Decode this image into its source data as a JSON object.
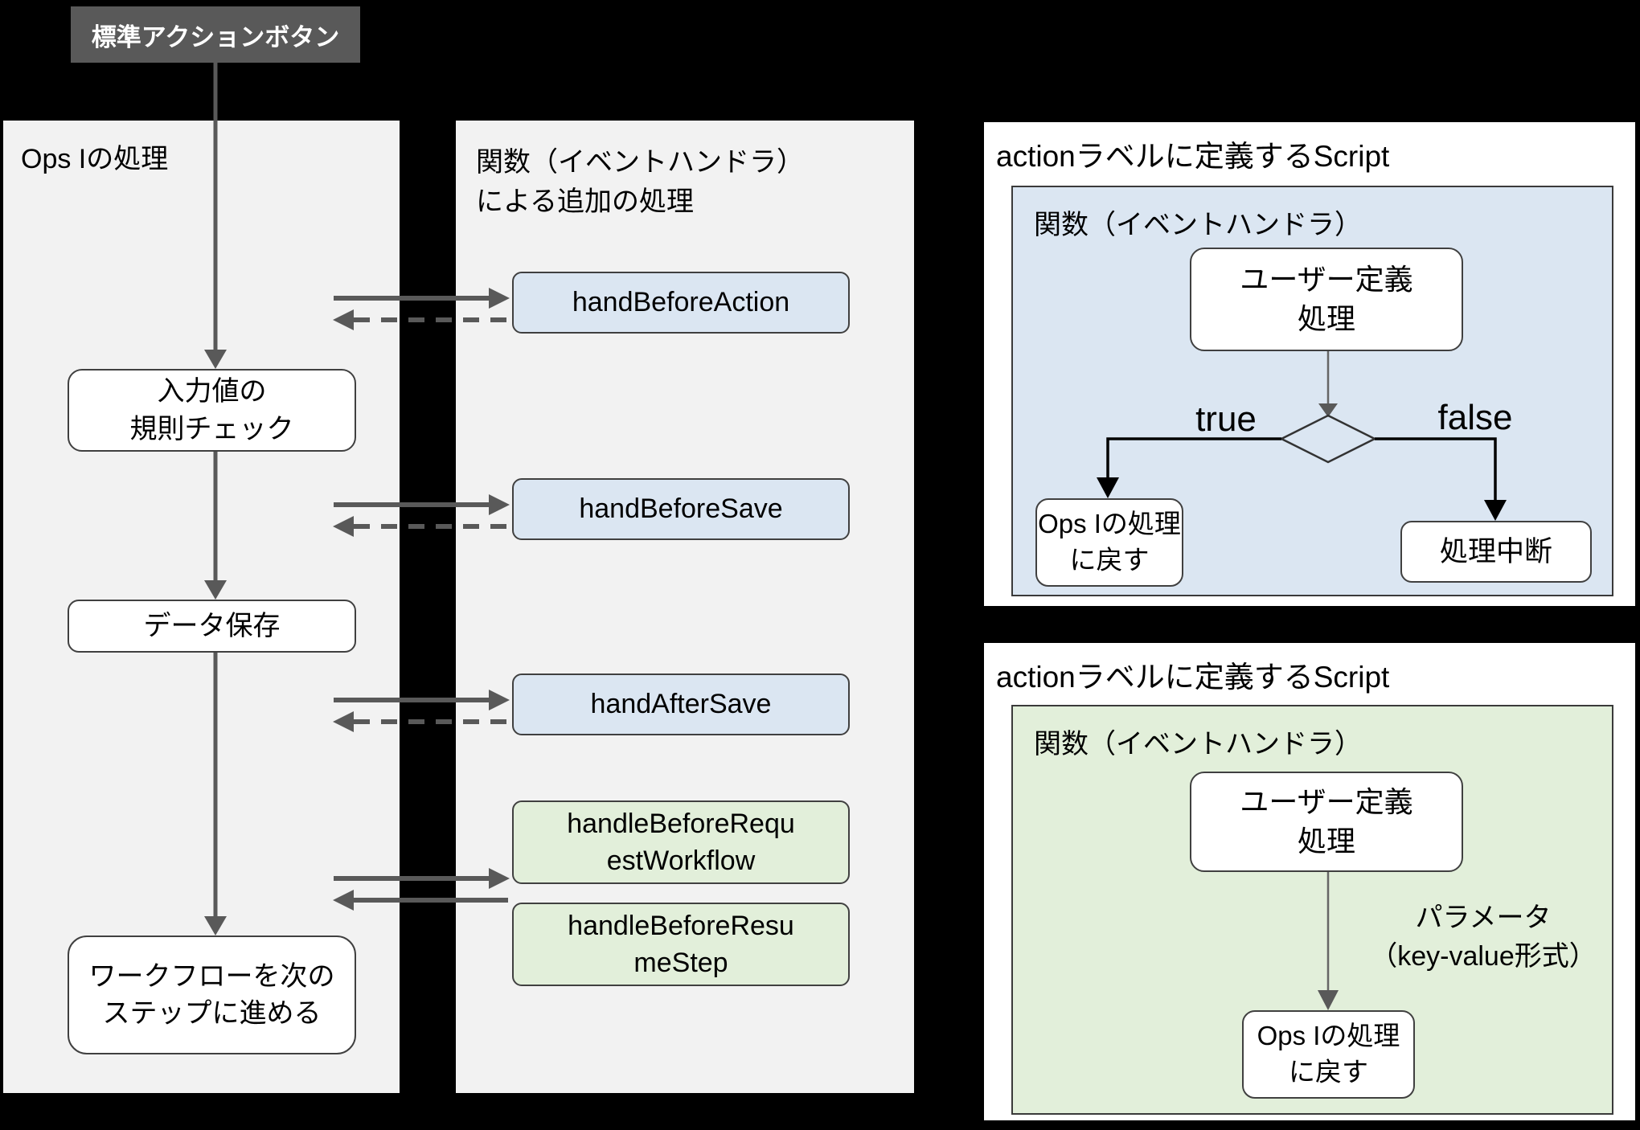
{
  "colors": {
    "background": "#000000",
    "panel_gray": "#f2f2f2",
    "blue_fill": "#dbe6f2",
    "green_fill": "#e2efda",
    "arrow_gray": "#595959",
    "button_gray": "#595959",
    "border_dark": "#404040"
  },
  "top_button": {
    "label": "標準アクションボタン"
  },
  "left_panel": {
    "title": "Ops Iの処理",
    "steps": [
      {
        "lines": [
          "入力値の",
          "規則チェック"
        ]
      },
      {
        "lines": [
          "データ保存"
        ]
      },
      {
        "lines": [
          "ワークフローを次の",
          "ステップに進める"
        ]
      }
    ]
  },
  "middle_panel": {
    "title_lines": [
      "関数（イベントハンドラ）",
      "による追加の処理"
    ],
    "handlers": [
      {
        "lines": [
          "handBeforeAction"
        ]
      },
      {
        "lines": [
          "handBeforeSave"
        ]
      },
      {
        "lines": [
          "handAfterSave"
        ]
      },
      {
        "lines": [
          "handleBeforeRequ",
          "estWorkflow"
        ]
      },
      {
        "lines": [
          "handleBeforeResu",
          "meStep"
        ]
      }
    ]
  },
  "right_top_panel": {
    "title": "actionラベルに定義するScript",
    "inner_title": "関数（イベントハンドラ）",
    "user_node": {
      "lines": [
        "ユーザー定義",
        "処理"
      ]
    },
    "true_label": "true",
    "false_label": "false",
    "true_node": {
      "lines": [
        "Ops Iの処理",
        "に戻す"
      ]
    },
    "false_node": {
      "lines": [
        "処理中断"
      ]
    }
  },
  "right_bottom_panel": {
    "title": "actionラベルに定義するScript",
    "inner_title": "関数（イベントハンドラ）",
    "user_node": {
      "lines": [
        "ユーザー定義",
        "処理"
      ]
    },
    "edge_label_lines": [
      "パラメータ",
      "（key-value形式）"
    ],
    "return_node": {
      "lines": [
        "Ops Iの処理",
        "に戻す"
      ]
    }
  }
}
